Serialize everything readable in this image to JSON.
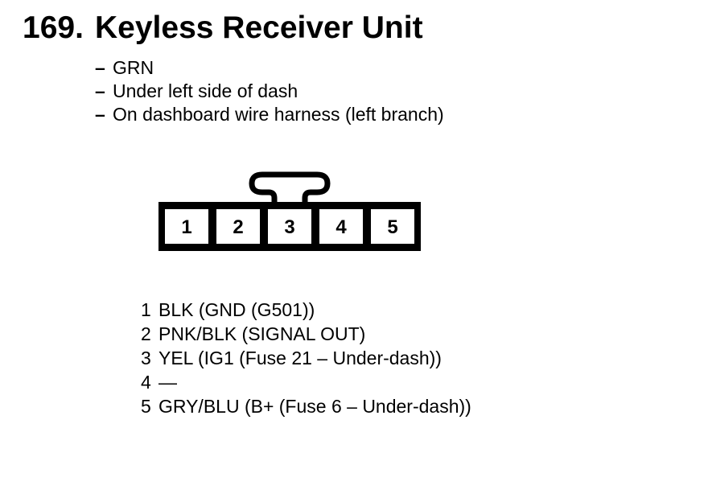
{
  "header": {
    "section_number": "169.",
    "title": "Keyless Receiver Unit"
  },
  "details": {
    "dash": "–",
    "items": [
      "GRN",
      "Under left side of dash",
      "On dashboard wire harness (left branch)"
    ]
  },
  "connector": {
    "cells": [
      "1",
      "2",
      "3",
      "4",
      "5"
    ]
  },
  "pin_legend": {
    "rows": [
      {
        "pin": "1",
        "description": "BLK (GND (G501))"
      },
      {
        "pin": "2",
        "description": "PNK/BLK (SIGNAL OUT)"
      },
      {
        "pin": "3",
        "description": "YEL (IG1 (Fuse 21 – Under-dash))"
      },
      {
        "pin": "4",
        "description": "—"
      },
      {
        "pin": "5",
        "description": "GRY/BLU (B+ (Fuse 6 – Under-dash))"
      }
    ]
  },
  "colors": {
    "ink": "#000000",
    "paper": "#ffffff"
  }
}
